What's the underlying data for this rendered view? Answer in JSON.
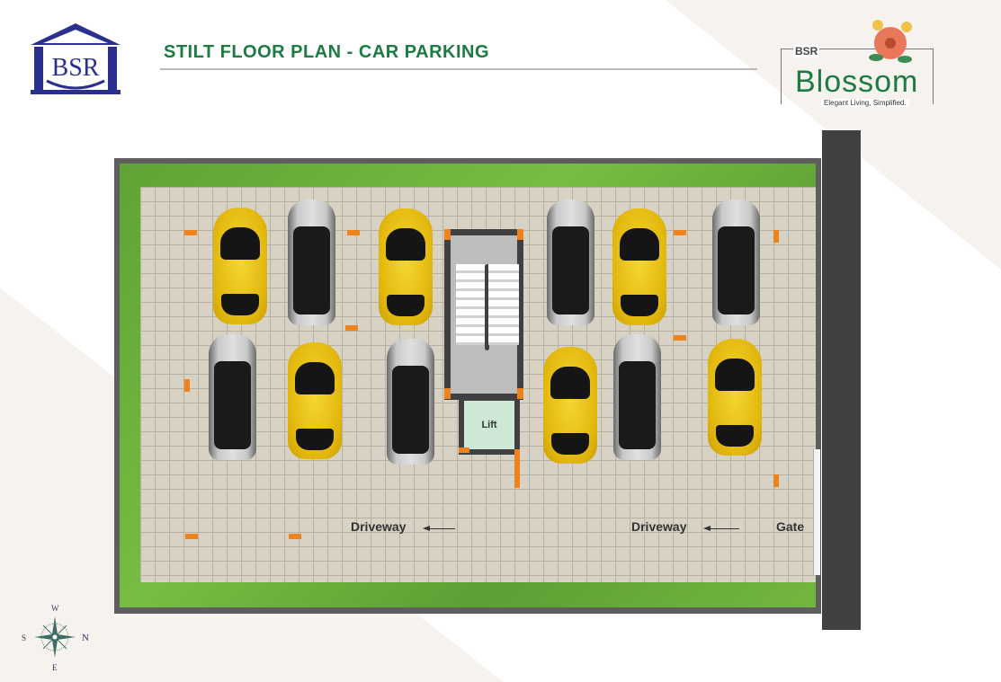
{
  "header": {
    "title": "STILT FLOOR PLAN - CAR PARKING",
    "developer_logo": "BSR"
  },
  "brand": {
    "prefix": "BSR",
    "name": "Blossom",
    "tagline": "Elegant Living, Simplified."
  },
  "plan": {
    "lift_label": "Lift",
    "driveway_label_1": "Driveway",
    "driveway_label_2": "Driveway",
    "gate_label": "Gate",
    "cars": {
      "row1": [
        "yellow",
        "silver",
        "yellow",
        "silver",
        "yellow",
        "silver"
      ],
      "row2": [
        "silver",
        "yellow",
        "silver",
        "yellow",
        "silver",
        "yellow"
      ]
    }
  },
  "compass": {
    "top": "W",
    "left": "S",
    "right": "N",
    "bottom": "E"
  },
  "colors": {
    "title_green": "#1e7a43",
    "logo_blue": "#2b2f8f",
    "marker_orange": "#f0821e",
    "grass": "#6aae3a"
  }
}
